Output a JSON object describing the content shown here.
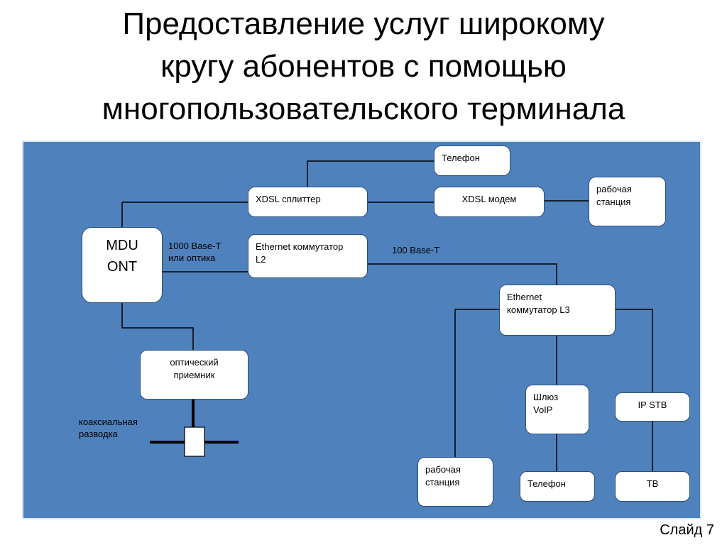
{
  "slide": {
    "title": "Предоставление услуг широкому\nкругу абонентов с помощью\nмногопользовательского терминала",
    "number": "Слайд 7"
  },
  "colors": {
    "panel": "#4f81bd",
    "box": "#ffffff",
    "line": "#000000"
  },
  "nodes": {
    "phone_top": "Телефон",
    "xdsl_splitter": "XDSL сплиттер",
    "xdsl_modem": "XDSL модем",
    "workstation_top": "рабочая\nстанция",
    "mdu_ont": "MDU\nONT",
    "eth_l2": "Ethernet коммутатор\nL2",
    "eth_l3": "Ethernet\nкоммутатор L3",
    "optical_receiver": "оптический\nприемник",
    "voip_gateway": "Шлюз\nVoIP",
    "ip_stb": "IP STB",
    "workstation_bottom": "рабочая\nстанция",
    "phone_bottom": "Телефон",
    "tv": "ТВ"
  },
  "labels": {
    "link_1000": "1000 Base-T\nили оптика",
    "link_100": "100 Base-T",
    "coax": "коаксиальная\nразводка"
  }
}
